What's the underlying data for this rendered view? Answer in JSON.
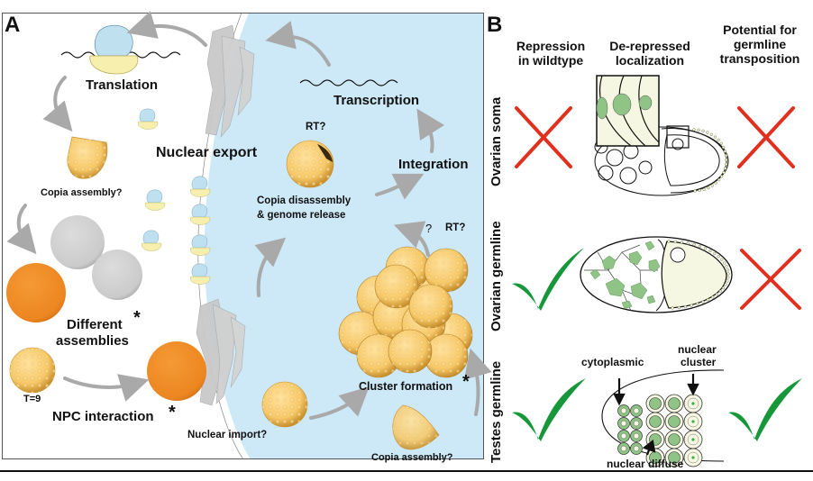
{
  "panel_a": {
    "letter": "A",
    "labels": {
      "translation": "Translation",
      "nuclear_export": "Nuclear export",
      "copia_assembly_cyto": "Copia assembly?",
      "different_assemblies_1": "Different",
      "different_assemblies_2": "assemblies",
      "t9": "T=9",
      "npc_interaction": "NPC interaction",
      "nuclear_import": "Nuclear import?",
      "transcription": "Transcription",
      "rt_top": "RT?",
      "integration": "Integration",
      "copia_disassembly_1": "Copia disassembly",
      "copia_disassembly_2": "& genome release",
      "question": "?",
      "rt_mid": "RT?",
      "cluster_formation": "Cluster formation",
      "copia_assembly_nuc": "Copia assembly?",
      "asterisk": "*"
    },
    "colors": {
      "nucleus": "#cde9f7",
      "capsid": "#f6c868",
      "capsid_dark": "#d9a43e",
      "orange": "#ef8a22",
      "gray_sphere": "#cfcfcf",
      "ribosome_blue": "#bfe0ef",
      "ribosome_yellow": "#f7efae",
      "arrow": "#a9a9a9",
      "npc": "#c8c8c8"
    }
  },
  "panel_b": {
    "letter": "B",
    "columns": [
      {
        "line1": "Repression",
        "line2": "in wildtype"
      },
      {
        "line1": "De-repressed",
        "line2": "localization"
      },
      {
        "line0": "Potential for",
        "line1": "germline",
        "line2": "transposition"
      }
    ],
    "rows": [
      {
        "label": "Ovarian soma",
        "repression": "cross",
        "transposition": "cross"
      },
      {
        "label": "Ovarian germline",
        "repression": "check",
        "transposition": "cross"
      },
      {
        "label": "Testes germline",
        "repression": "check",
        "transposition": "check"
      }
    ],
    "testes_annotations": {
      "cytoplasmic": "cytoplasmic",
      "nuclear_cluster_1": "nuclear",
      "nuclear_cluster_2": "cluster",
      "nuclear_diffuse": "nuclear diffuse"
    },
    "colors": {
      "cross": "#e0301e",
      "check": "#17973a",
      "cell_fill": "#f6f7e2",
      "nucleus_green": "#90c487"
    }
  }
}
